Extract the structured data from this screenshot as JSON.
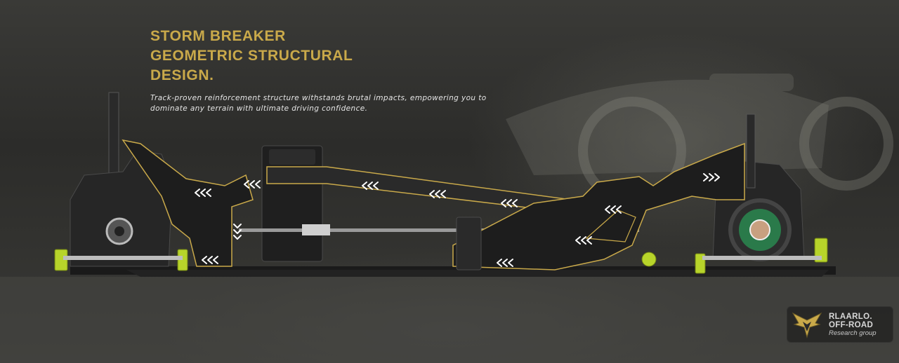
{
  "headline": {
    "lines": [
      "STORM BREAKER",
      "GEOMETRIC STRUCTURAL",
      "DESIGN."
    ]
  },
  "description": {
    "lines": [
      "Track-proven reinforcement structure withstands brutal impacts, empowering you to",
      "dominate any terrain with ultimate driving confidence."
    ]
  },
  "logo": {
    "brand": "RLAARLO.",
    "line2": "OFF-ROAD",
    "line3": "Research group"
  },
  "colors": {
    "accent_gold": "#c9a94a",
    "lime": "#b7d42a",
    "text_light": "#e6e6e6"
  },
  "icons": [
    "chevron-arrows-icon",
    "brand-logo-icon"
  ]
}
